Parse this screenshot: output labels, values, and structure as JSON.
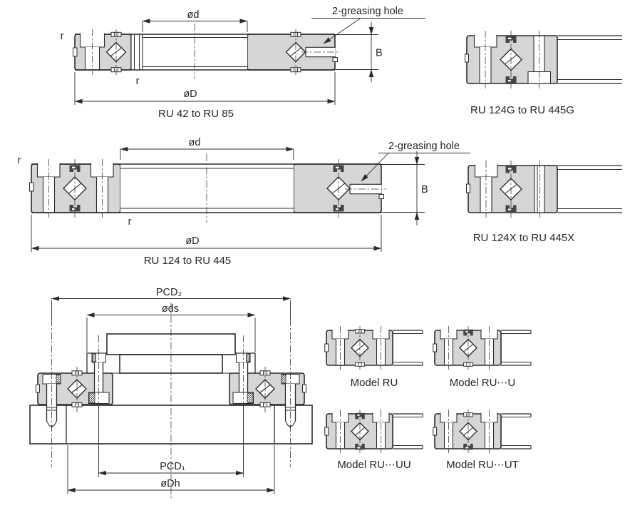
{
  "page": {
    "background": "#ffffff"
  },
  "colors": {
    "part_fill": "#d6d6d6",
    "line": "#2b2b2b",
    "centerline": "#3d3d3d",
    "text": "#262626"
  },
  "diagram_ru42": {
    "caption": "RU 42 to RU 85",
    "dim_bore": "ød",
    "dim_outside": "øD",
    "dim_width": "B",
    "fillet_top": "r",
    "fillet_inner": "r",
    "greasing_label": "2-greasing hole"
  },
  "diagram_ru124g": {
    "caption": "RU 124G to RU 445G"
  },
  "diagram_ru124": {
    "caption": "RU 124 to RU 445",
    "dim_bore": "ød",
    "dim_outside": "øD",
    "dim_width": "B",
    "fillet_top": "r",
    "fillet_inner": "r",
    "greasing_label": "2-greasing hole"
  },
  "diagram_ru124x": {
    "caption": "RU 124X to RU 445X"
  },
  "mounting": {
    "dim_pcd2": "PCD₂",
    "dim_shaft": "øds",
    "dim_pcd1": "PCD₁",
    "dim_housing": "øDh"
  },
  "models": {
    "ru": "Model RU",
    "ru_u": "Model RU⋯U",
    "ru_uu": "Model RU⋯UU",
    "ru_ut": "Model RU⋯UT"
  }
}
